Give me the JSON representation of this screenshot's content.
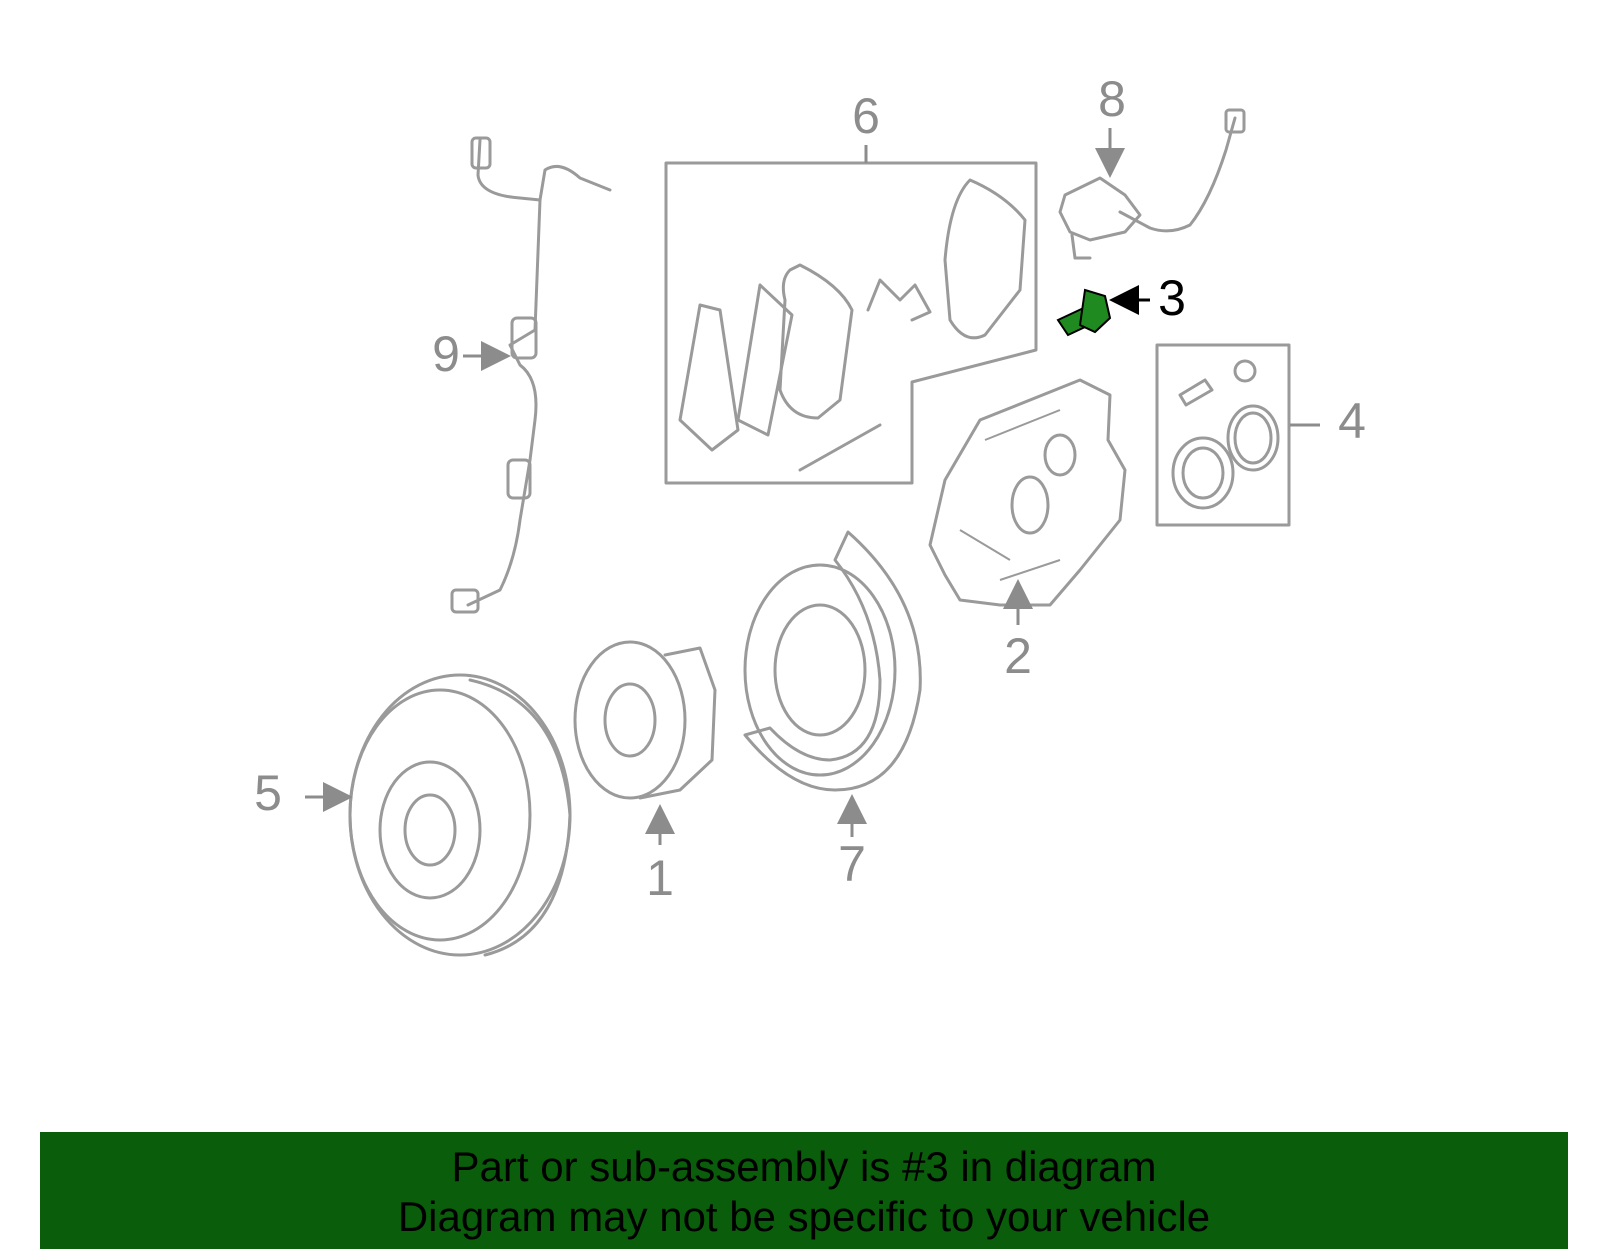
{
  "diagram": {
    "callouts": [
      "1",
      "2",
      "3",
      "4",
      "5",
      "6",
      "7",
      "8",
      "9"
    ],
    "highlighted_callout": "3",
    "highlight_color": "#1f8a1f"
  },
  "banner": {
    "line1": "Part or sub-assembly is #3 in diagram",
    "line2": "Diagram may not be specific to your vehicle",
    "background_color": "#0a5d0a"
  }
}
